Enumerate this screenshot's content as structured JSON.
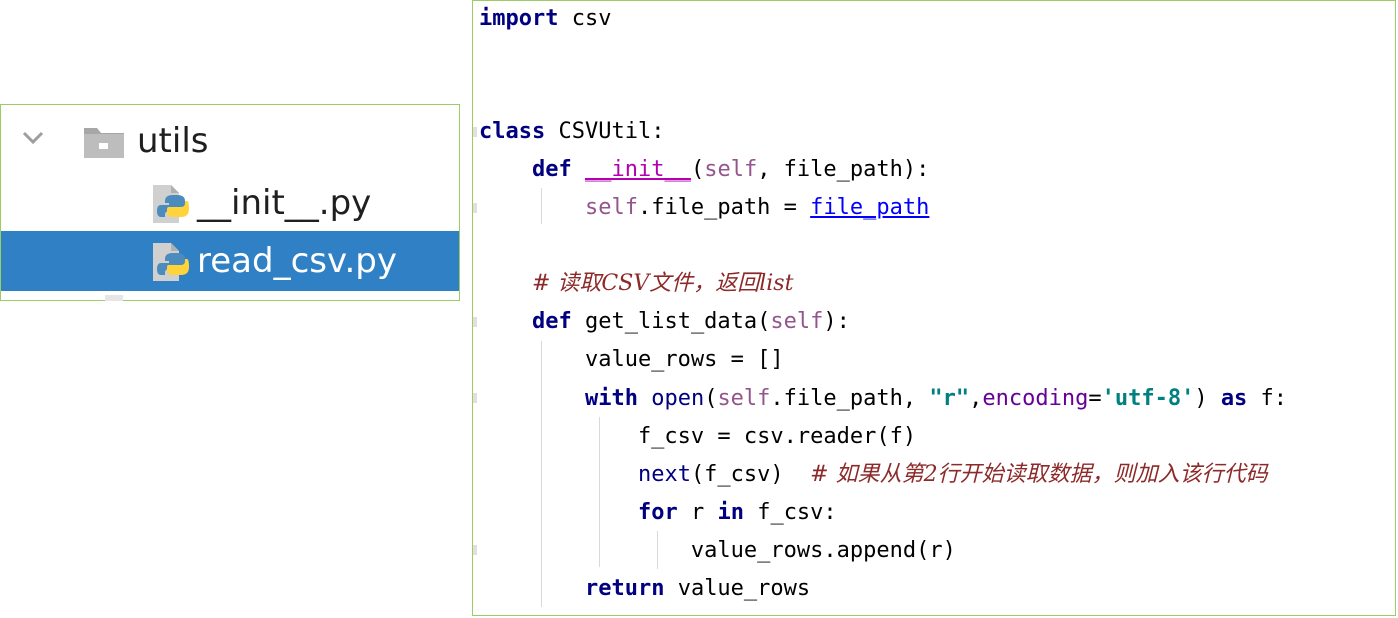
{
  "project_tree": {
    "folder": {
      "label": "utils",
      "icon": "folder-icon",
      "expanded": true
    },
    "files": [
      {
        "label": "__init__.py",
        "icon": "python-file-icon",
        "selected": false
      },
      {
        "label": "read_csv.py",
        "icon": "python-file-icon",
        "selected": true
      }
    ],
    "colors": {
      "selected_bg": "#2f80c4",
      "border": "#9ccc65"
    }
  },
  "editor": {
    "lines": [
      {
        "tokens": [
          {
            "t": "import",
            "c": "kw"
          },
          {
            "t": " csv",
            "c": ""
          }
        ]
      },
      {
        "tokens": [
          {
            "t": "class",
            "c": "kw"
          },
          {
            "t": " CSVUtil:",
            "c": ""
          }
        ]
      },
      {
        "tokens": [
          {
            "t": "    ",
            "c": ""
          },
          {
            "t": "def",
            "c": "kw"
          },
          {
            "t": " ",
            "c": ""
          },
          {
            "t": "__init__",
            "c": "magic"
          },
          {
            "t": "(",
            "c": ""
          },
          {
            "t": "self",
            "c": "self"
          },
          {
            "t": ", file_path):",
            "c": ""
          }
        ]
      },
      {
        "tokens": [
          {
            "t": "        ",
            "c": ""
          },
          {
            "t": "self",
            "c": "self"
          },
          {
            "t": ".file_path = ",
            "c": ""
          },
          {
            "t": "file_path",
            "c": "link"
          }
        ]
      },
      {
        "tokens": [
          {
            "t": "    ",
            "c": ""
          },
          {
            "t": "# 读取CSV文件，返回list",
            "c": "cmt"
          }
        ]
      },
      {
        "tokens": [
          {
            "t": "    ",
            "c": ""
          },
          {
            "t": "def",
            "c": "kw"
          },
          {
            "t": " get_list_data(",
            "c": ""
          },
          {
            "t": "self",
            "c": "self"
          },
          {
            "t": "):",
            "c": ""
          }
        ]
      },
      {
        "tokens": [
          {
            "t": "        value_rows = []",
            "c": ""
          }
        ]
      },
      {
        "tokens": [
          {
            "t": "        ",
            "c": ""
          },
          {
            "t": "with",
            "c": "kw"
          },
          {
            "t": " ",
            "c": ""
          },
          {
            "t": "open",
            "c": "builtin"
          },
          {
            "t": "(",
            "c": ""
          },
          {
            "t": "self",
            "c": "self"
          },
          {
            "t": ".file_path, ",
            "c": ""
          },
          {
            "t": "\"r\"",
            "c": "str"
          },
          {
            "t": ",",
            "c": ""
          },
          {
            "t": "encoding",
            "c": "kwarg"
          },
          {
            "t": "=",
            "c": ""
          },
          {
            "t": "'utf-8'",
            "c": "str"
          },
          {
            "t": ") ",
            "c": ""
          },
          {
            "t": "as",
            "c": "kw"
          },
          {
            "t": " f:",
            "c": ""
          }
        ]
      },
      {
        "tokens": [
          {
            "t": "            f_csv = csv.reader(f)",
            "c": ""
          }
        ]
      },
      {
        "tokens": [
          {
            "t": "            ",
            "c": ""
          },
          {
            "t": "next",
            "c": "builtin"
          },
          {
            "t": "(f_csv)  ",
            "c": ""
          },
          {
            "t": "# 如果从第2行开始读取数据，则加入该行代码",
            "c": "cmt"
          }
        ]
      },
      {
        "tokens": [
          {
            "t": "            ",
            "c": ""
          },
          {
            "t": "for",
            "c": "kw"
          },
          {
            "t": " r ",
            "c": ""
          },
          {
            "t": "in",
            "c": "kw"
          },
          {
            "t": " f_csv:",
            "c": ""
          }
        ]
      },
      {
        "tokens": [
          {
            "t": "                value_rows.append(r)",
            "c": ""
          }
        ]
      },
      {
        "tokens": [
          {
            "t": "        ",
            "c": ""
          },
          {
            "t": "return",
            "c": "kw"
          },
          {
            "t": " value_rows",
            "c": ""
          }
        ]
      }
    ],
    "colors": {
      "keyword": "#000080",
      "self": "#94558d",
      "string": "#008080",
      "comment": "#8c2a2a",
      "kwarg": "#660099",
      "link": "#0000ff"
    }
  }
}
